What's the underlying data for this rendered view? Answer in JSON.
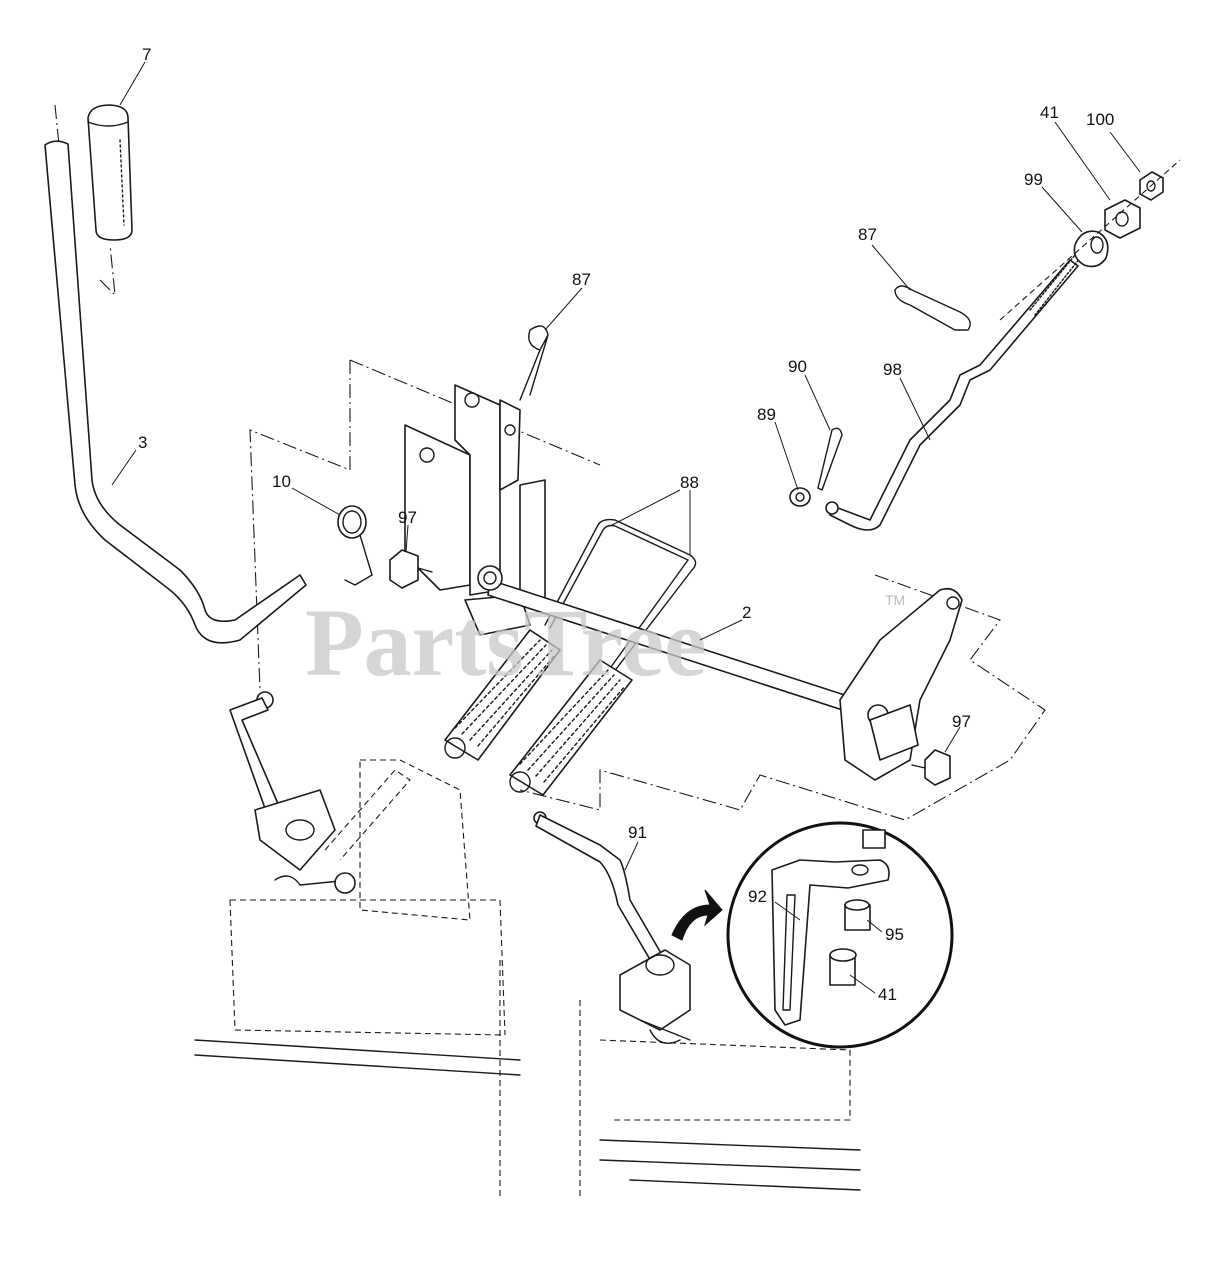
{
  "watermark": {
    "text": "PartsTree",
    "trademark": "TM"
  },
  "callouts": [
    {
      "id": "c7",
      "label": "7"
    },
    {
      "id": "c3",
      "label": "3"
    },
    {
      "id": "c10",
      "label": "10"
    },
    {
      "id": "c97a",
      "label": "97"
    },
    {
      "id": "c87a",
      "label": "87"
    },
    {
      "id": "c88",
      "label": "88"
    },
    {
      "id": "c2",
      "label": "2"
    },
    {
      "id": "c97b",
      "label": "97"
    },
    {
      "id": "c91",
      "label": "91"
    },
    {
      "id": "c92",
      "label": "92"
    },
    {
      "id": "c95",
      "label": "95"
    },
    {
      "id": "c41b",
      "label": "41"
    },
    {
      "id": "c41a",
      "label": "41"
    },
    {
      "id": "c100",
      "label": "100"
    },
    {
      "id": "c99",
      "label": "99"
    },
    {
      "id": "c87b",
      "label": "87"
    },
    {
      "id": "c90",
      "label": "90"
    },
    {
      "id": "c98",
      "label": "98"
    },
    {
      "id": "c89",
      "label": "89"
    }
  ]
}
